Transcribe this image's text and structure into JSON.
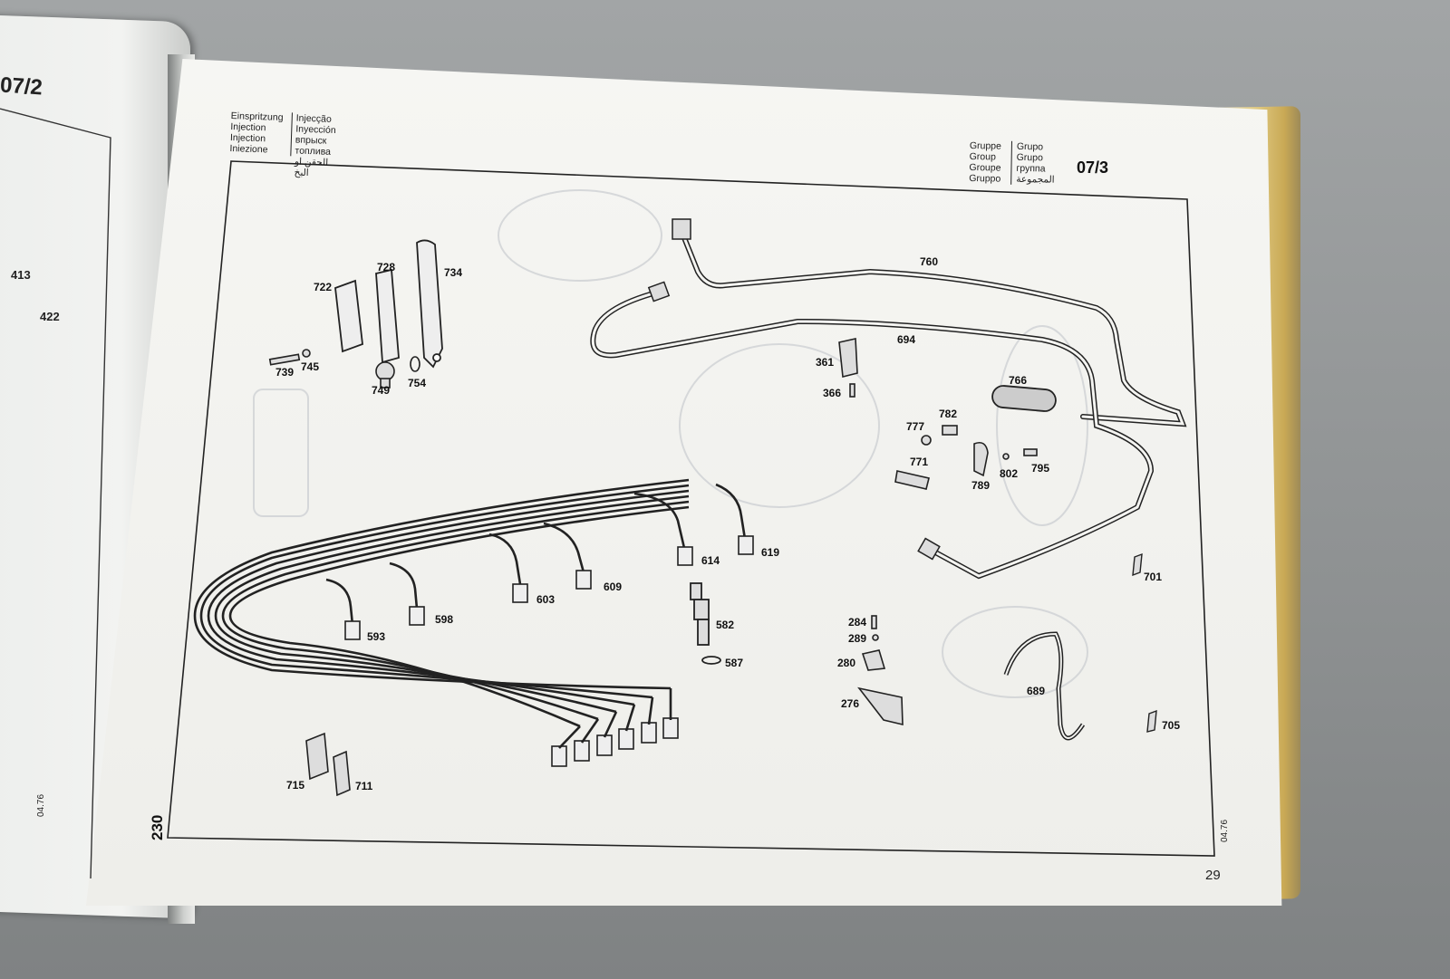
{
  "left_page": {
    "group_number": "07/2",
    "labels": [
      "413",
      "422"
    ],
    "date": "04.76"
  },
  "header": {
    "titles_left": [
      "Einspritzung",
      "Injection",
      "Injection",
      "Iniezione"
    ],
    "titles_right": [
      "Injecção",
      "Inyección",
      "впрыск топлива",
      "الحقن او البخ"
    ],
    "group_words_left": [
      "Gruppe",
      "Group",
      "Groupe",
      "Gruppo"
    ],
    "group_words_right": [
      "Grupo",
      "Grupo",
      "группа",
      "المجموعة"
    ],
    "group_number": "07/3"
  },
  "part_numbers": {
    "p413": "413",
    "p422": "422",
    "p722": "722",
    "p728": "728",
    "p734": "734",
    "p739": "739",
    "p745": "745",
    "p749": "749",
    "p754": "754",
    "p760": "760",
    "p694": "694",
    "p361": "361",
    "p366": "366",
    "p766": "766",
    "p777": "777",
    "p782": "782",
    "p771": "771",
    "p789": "789",
    "p802": "802",
    "p795": "795",
    "p614": "614",
    "p619": "619",
    "p609": "609",
    "p603": "603",
    "p598": "598",
    "p593": "593",
    "p582": "582",
    "p587": "587",
    "p284": "284",
    "p289": "289",
    "p280": "280",
    "p276": "276",
    "p689": "689",
    "p701": "701",
    "p705": "705",
    "p715": "715",
    "p711": "711"
  },
  "side_page_number": "230",
  "date_code": "04.76",
  "page_number": "29"
}
